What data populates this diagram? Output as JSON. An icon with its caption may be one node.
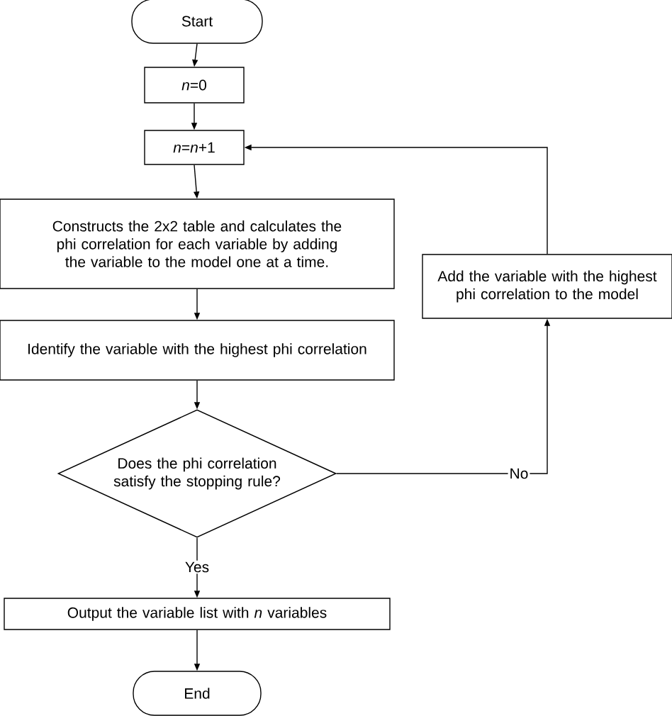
{
  "diagram": {
    "nodes": [
      {
        "text": [
          "Start"
        ]
      },
      {
        "text": [
          "*n*=0"
        ]
      },
      {
        "text": [
          "*n*=*n*+1"
        ]
      },
      {
        "text": [
          "Constructs the 2x2 table and calculates the phi correlation for each variable by adding the variable to the model one at a time."
        ]
      },
      {
        "text": [
          "Identify the variable with the highest phi correlation"
        ]
      },
      {
        "text": [
          "Does the phi correlation satisfy the stopping rule?"
        ]
      },
      {
        "text": [
          "Add the variable with the highest phi correlation to the model"
        ]
      },
      {
        "text": [
          "Output the variable list with *n* variables"
        ]
      },
      {
        "text": [
          "End"
        ]
      }
    ],
    "edges": [
      {
        "from": 0,
        "to": 1,
        "arrow": "to"
      },
      {
        "from": 1,
        "to": 2,
        "arrow": "to"
      },
      {
        "from": 2,
        "to": 3,
        "arrow": "to"
      },
      {
        "from": 3,
        "to": 4,
        "arrow": "to"
      },
      {
        "from": 4,
        "to": 5,
        "arrow": "to"
      },
      {
        "from": 5,
        "to": 7,
        "arrow": "to",
        "label": "Yes"
      },
      {
        "from": 7,
        "to": 8,
        "arrow": "to"
      },
      {
        "from": 5,
        "to": 6,
        "arrow": "to",
        "label": "No"
      },
      {
        "from": 6,
        "to": 2,
        "arrow": "to"
      }
    ]
  }
}
